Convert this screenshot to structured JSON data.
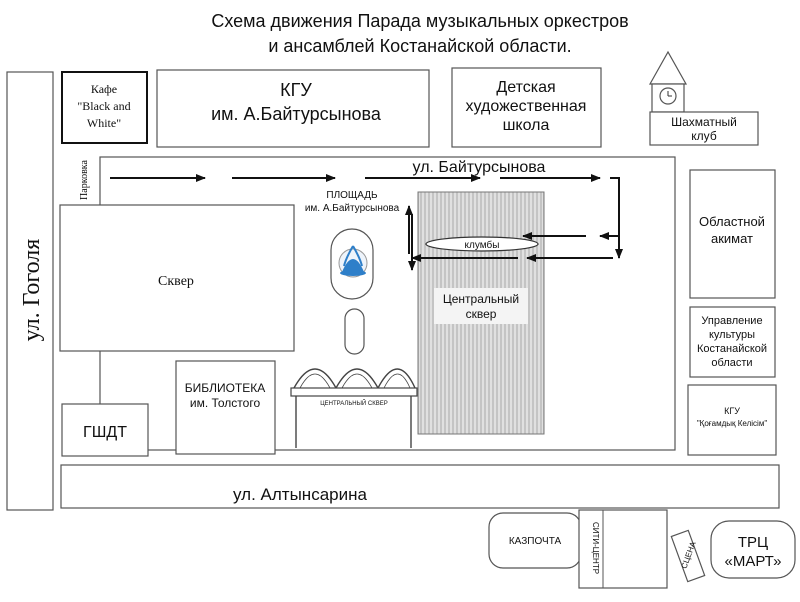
{
  "title": {
    "line1": "Схема движения Парада музыкальных оркестров",
    "line2": "и ансамблей Костанайской области."
  },
  "streets": {
    "gogol": "ул. Гоголя",
    "baitursynov": "ул. Байтурсынова",
    "altynsarin": "ул. Алтынсарина"
  },
  "places": {
    "cafe": [
      "Кафе",
      "\"Black and",
      "White\""
    ],
    "kgu_baitursynov": [
      "КГУ",
      "им. А.Байтурсынова"
    ],
    "art_school": [
      "Детская",
      "художественная",
      "школа"
    ],
    "chess_club": [
      "Шахматный",
      "клуб"
    ],
    "parking": "Парковка",
    "ploshchad": [
      "ПЛОЩАДЬ",
      "им. А.Байтурсынова"
    ],
    "skver": "Сквер",
    "klumby": "клумбы",
    "central_square": [
      "Центральный",
      "сквер"
    ],
    "akimat": [
      "Областной",
      "акимат"
    ],
    "culture_dept": [
      "Управление",
      "культуры",
      "Костанайской",
      "области"
    ],
    "kgu_kelisim": [
      "КГУ",
      "\"Қоғамдық Келісім\""
    ],
    "library": [
      "БИБЛИОТЕКА",
      "им. Толстого"
    ],
    "arch_label": "ЦЕНТРАЛЬНЫЙ СКВЕР",
    "gshdt": "ГШДТ",
    "kazpochta": "КАЗПОЧТА",
    "city_center": "СИТИ-ЦЕНТР",
    "stage": "СЦЕНА",
    "mart": [
      "ТРЦ",
      "«МАРТ»"
    ]
  },
  "colors": {
    "fountain": "#2e7fc9",
    "hatch": "#9a9a9a"
  }
}
